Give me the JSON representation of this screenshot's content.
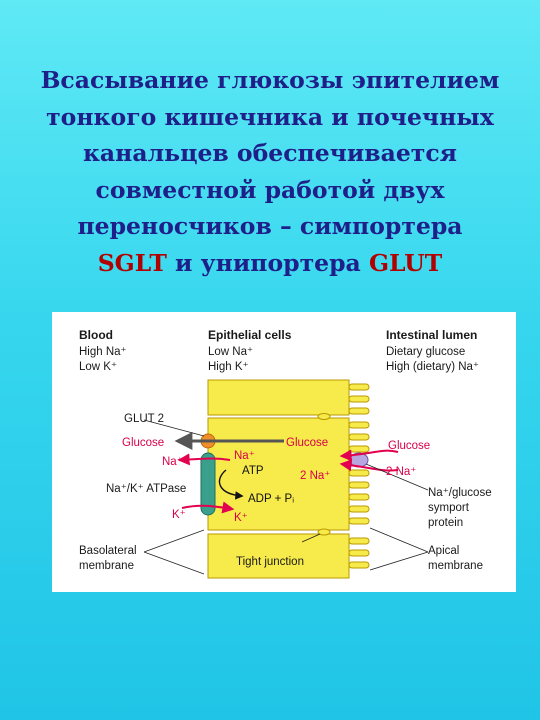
{
  "slide": {
    "title_lines": [
      "Всасывание глюкозы эпителием",
      "тонкого кишечника и почечных",
      "канальцев обеспечивается",
      "совместной работой двух",
      "переносчиков – симпортера"
    ],
    "title_last_prefix": "",
    "title_sglt": "SGLT",
    "title_mid": " и унипортера ",
    "title_glut": "GLUT"
  },
  "figure": {
    "blood": {
      "title": "Blood",
      "line1": "High Na⁺",
      "line2": "Low K⁺"
    },
    "cells": {
      "title": "Epithelial cells",
      "line1": "Low Na⁺",
      "line2": "High K⁺"
    },
    "lumen": {
      "title": "Intestinal lumen",
      "line1": "Dietary glucose",
      "line2": "High (dietary) Na⁺"
    },
    "glut2": "GLUT 2",
    "glucose_blood": "Glucose",
    "na_blood": "Na⁺",
    "atpase": "Na⁺/K⁺ ATPase",
    "k_blood": "K⁺",
    "glucose_cell": "Glucose",
    "na_cell": "Na⁺",
    "atp": "ATP",
    "two_na_cell": "2 Na⁺",
    "adp": "ADP + Pᵢ",
    "k_cell": "K⁺",
    "glucose_lumen": "Glucose",
    "two_na_lumen": "2 Na⁺",
    "symport": {
      "line1": "Na⁺/glucose",
      "line2": "symport",
      "line3": "protein"
    },
    "basolateral": {
      "line1": "Basolateral",
      "line2": "membrane"
    },
    "tight_junction": "Tight junction",
    "apical": {
      "line1": "Apical",
      "line2": "membrane"
    },
    "colors": {
      "cell_fill": "#f7ea4b",
      "cell_stroke": "#b99a00",
      "arrow_red": "#e2004f",
      "atpase_teal": "#3aa08c",
      "glut_orange": "#ef8f2a",
      "symporter_violet": "#b8a6e0"
    }
  }
}
